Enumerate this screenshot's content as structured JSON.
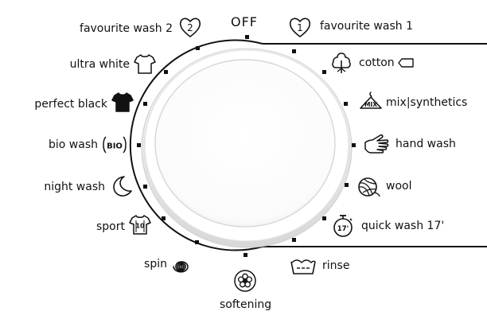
{
  "knob": {
    "off_label": "OFF"
  },
  "programs_left": [
    {
      "label": "favourite wash 2",
      "icon": "heart-2-icon",
      "badge": "2"
    },
    {
      "label": "ultra white",
      "icon": "white-tshirt-icon"
    },
    {
      "label": "perfect black",
      "icon": "black-tshirt-icon"
    },
    {
      "label": "bio wash",
      "icon": "bio-icon",
      "badge": "BIO"
    },
    {
      "label": "night wash",
      "icon": "moon-icon"
    },
    {
      "label": "sport",
      "icon": "jersey-icon",
      "badge": "10"
    },
    {
      "label": "spin",
      "icon": "spiral-icon"
    }
  ],
  "programs_right": [
    {
      "label": "favourite wash 1",
      "icon": "heart-1-icon",
      "badge": "1"
    },
    {
      "label": "cotton",
      "icon": "cotton-icon"
    },
    {
      "label": "mix|synthetics",
      "icon": "mix-icon",
      "badge": "MIX"
    },
    {
      "label": "hand wash",
      "icon": "hand-icon"
    },
    {
      "label": "wool",
      "icon": "wool-icon"
    },
    {
      "label": "quick wash 17'",
      "icon": "stopwatch-icon",
      "badge": "17'"
    },
    {
      "label": "rinse",
      "icon": "rinse-icon"
    }
  ],
  "programs_bottom": [
    {
      "label": "softening",
      "icon": "flower-icon"
    }
  ]
}
